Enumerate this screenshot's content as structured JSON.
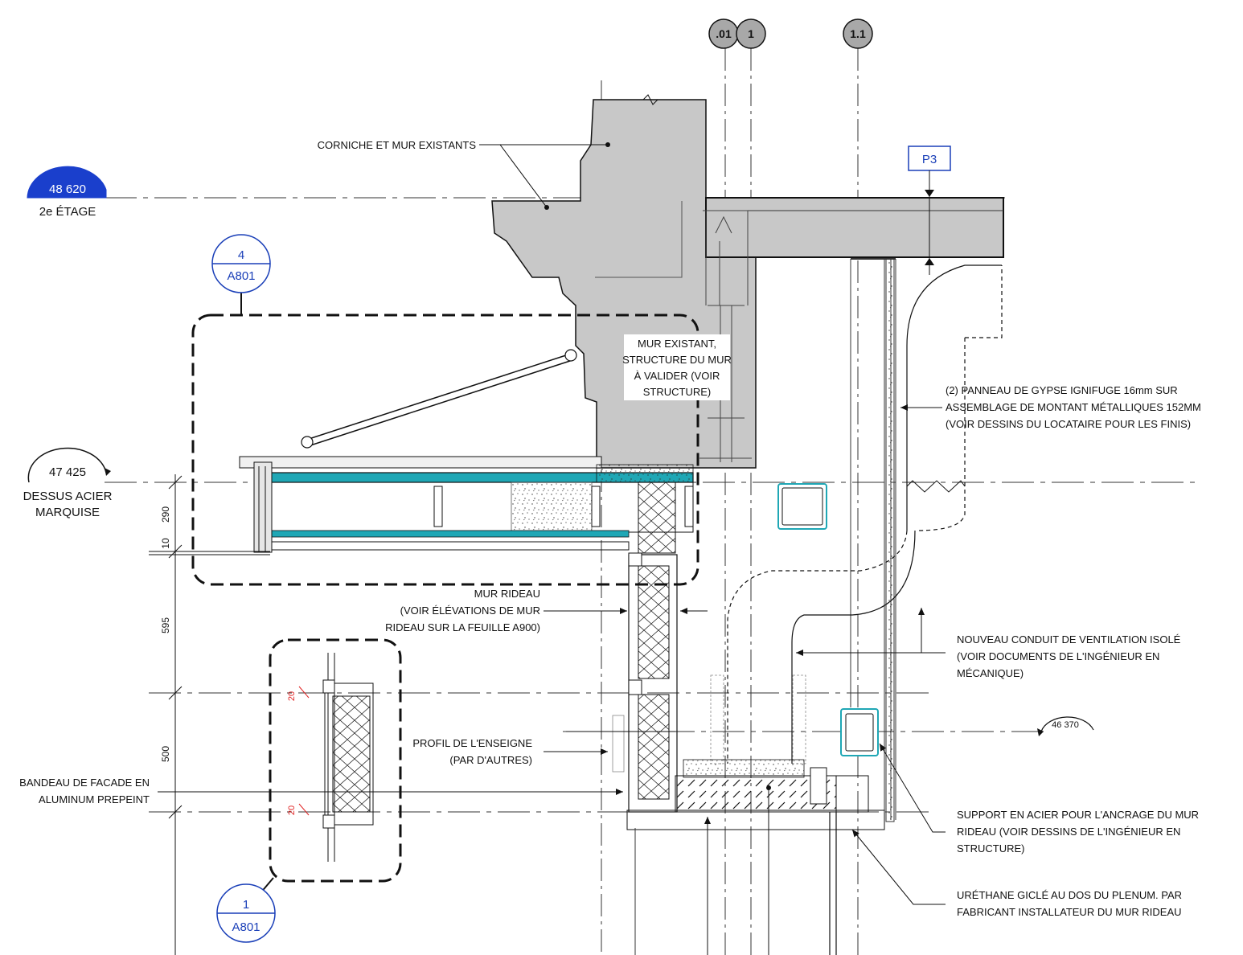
{
  "grid_lines": [
    ".01",
    "1",
    "1.1"
  ],
  "levels": {
    "second_floor": {
      "elevation": "48 620",
      "name": "2e ÉTAGE",
      "color": "#1a3fcc"
    },
    "canopy": {
      "elevation": "47 425",
      "name_line1": "DESSUS ACIER",
      "name_line2": "MARQUISE"
    },
    "small": {
      "elevation": "46 370"
    }
  },
  "tag_p3": "P3",
  "detail_refs": [
    {
      "number": "4",
      "sheet": "A801"
    },
    {
      "number": "1",
      "sheet": "A801"
    }
  ],
  "dimensions": {
    "d290": "290",
    "d10": "10",
    "d595": "595",
    "d500": "500",
    "d20a": "20",
    "d20b": "20"
  },
  "notes": {
    "corniche": "CORNICHE ET MUR EXISTANTS",
    "mur_existant": [
      "MUR EXISTANT,",
      "STRUCTURE DU MUR",
      "À VALIDER (VOIR",
      "STRUCTURE)"
    ],
    "panneau": [
      "(2) PANNEAU DE GYPSE IGNIFUGE 16mm SUR",
      "ASSEMBLAGE DE MONTANT MÉTALLIQUES 152MM",
      "(VOIR DESSINS DU LOCATAIRE POUR LES FINIS)"
    ],
    "mur_rideau": [
      "MUR RIDEAU",
      "(VOIR ÉLÉVATIONS DE MUR",
      "RIDEAU SUR LA FEUILLE A900)"
    ],
    "conduit": [
      "NOUVEAU CONDUIT DE VENTILATION ISOLÉ",
      "(VOIR DOCUMENTS DE L'INGÉNIEUR EN",
      "MÉCANIQUE)"
    ],
    "profil": [
      "PROFIL DE L'ENSEIGNE",
      "(PAR D'AUTRES)"
    ],
    "bandeau": [
      "BANDEAU DE FACADE EN",
      "ALUMINUM PREPEINT"
    ],
    "support": [
      "SUPPORT EN ACIER POUR L'ANCRAGE DU MUR",
      "RIDEAU (VOIR DESSINS DE L'INGÉNIEUR EN",
      "STRUCTURE)"
    ],
    "urethane": [
      "URÉTHANE GICLÉ AU DOS DU PLENUM. PAR",
      "FABRICANT INSTALLATEUR DU MUR RIDEAU"
    ]
  },
  "colors": {
    "existing_fill": "#c8c8c8",
    "steel_accent": "#1fa7b5",
    "tag_blue": "#1a3fb8",
    "dim_red": "#e02020"
  }
}
